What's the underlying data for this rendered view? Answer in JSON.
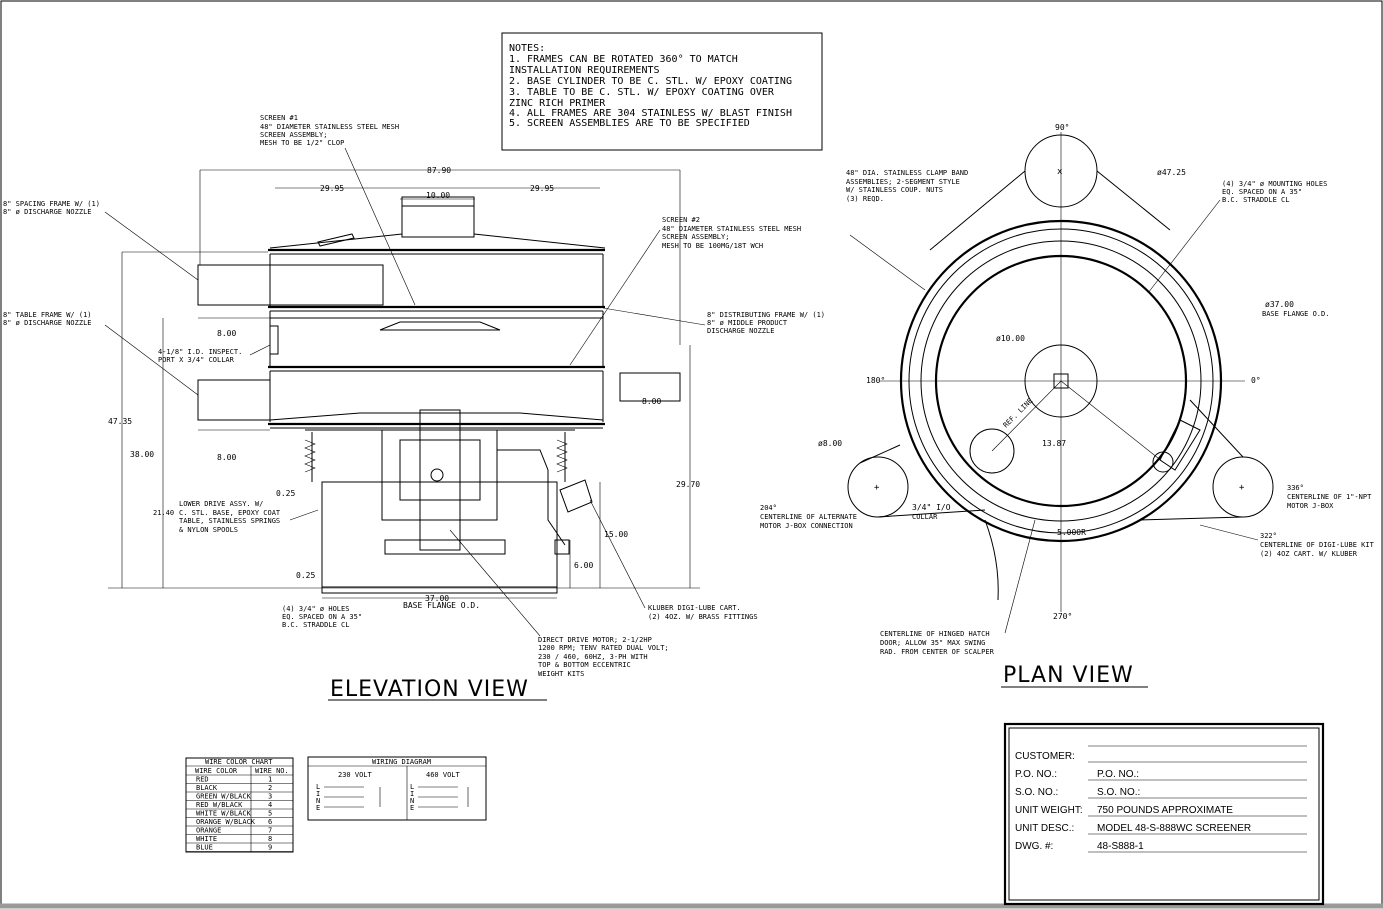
{
  "notes": {
    "lines": [
      "NOTES:",
      "1. FRAMES CAN BE ROTATED 360° TO MATCH",
      "INSTALLATION REQUIREMENTS",
      "2. BASE CYLINDER TO BE C. STL. W/ EPOXY COATING",
      "3. TABLE TO BE C. STL. W/ EPOXY COATING OVER",
      "ZINC RICH PRIMER",
      "4. ALL FRAMES ARE 304 STAINLESS W/ BLAST FINISH",
      "5. SCREEN ASSEMBLIES ARE TO BE SPECIFIED"
    ]
  },
  "elevation": {
    "title": "ELEVATION VIEW",
    "dims": {
      "d8790": "87.90",
      "d2995a": "29.95",
      "d1000": "10.00",
      "d2995b": "29.95",
      "d800a": "8.00",
      "d800b": "8.00",
      "d800c": "8.00",
      "d4735": "47.35",
      "d3800": "38.00",
      "d2970": "29.70",
      "d1500": "15.00",
      "d600": "6.00",
      "d025a": "0.25",
      "d025b": "0.25",
      "d3700": "37.00"
    },
    "callouts": {
      "screen1": [
        "SCREEN #1",
        "48\" DIAMETER STAINLESS STEEL MESH",
        "SCREEN ASSEMBLY;",
        "MESH TO BE 1/2\" CLOP"
      ],
      "spacing": [
        "8\" SPACING FRAME W/ (1)",
        "8\" ø DISCHARGE NOZZLE"
      ],
      "screen2": [
        "SCREEN #2",
        "48\" DIAMETER STAINLESS STEEL MESH",
        "SCREEN ASSEMBLY;",
        "MESH TO BE 100MG/18T WCH"
      ],
      "table": [
        "8\" TABLE FRAME W/ (1)",
        "8\" ø DISCHARGE NOZZLE"
      ],
      "inspect": [
        "4-1/8\" I.D. INSPECT.",
        "PORT X 3/4\" COLLAR"
      ],
      "distrib": [
        "8\" DISTRIBUTING FRAME W/ (1)",
        "8\" ø MIDDLE PRODUCT",
        "DISCHARGE NOZZLE"
      ],
      "lower": [
        "LOWER DRIVE ASSY. W/",
        "C. STL. BASE, EPOXY COAT",
        "TABLE, STAINLESS SPRINGS",
        "& NYLON SPOOLS"
      ],
      "lower_dim": "21.40",
      "holes": [
        "(4) 3/4\" ø HOLES",
        "EQ. SPACED ON A 35\"",
        "B.C. STRADDLE CL"
      ],
      "base": "BASE FLANGE O.D.",
      "kluber": [
        "KLUBER DIGI-LUBE CART.",
        "(2) 4OZ. W/ BRASS FITTINGS"
      ],
      "motor": [
        "DIRECT DRIVE MOTOR; 2-1/2HP",
        "1200 RPM; TENV RATED DUAL VOLT;",
        "230 / 460, 60HZ, 3-PH WITH",
        "TOP & BOTTOM ECCENTRIC",
        "WEIGHT KITS"
      ]
    }
  },
  "plan": {
    "title": "PLAN VIEW",
    "angles": {
      "a90": "90°",
      "a0": "0°",
      "a180": "180°",
      "a270": "270°"
    },
    "dims": {
      "d4725": "ø47.25",
      "d3700": "ø37.00",
      "d1000": "ø10.00",
      "d800": "ø8.00",
      "d1387": "13.87",
      "d5000": "5.000R",
      "refline": "REF. LINE"
    },
    "callouts": {
      "clamp": [
        "48\" DIA. STAINLESS CLAMP BAND",
        "ASSEMBLIES; 2-SEGMENT STYLE",
        "W/ STAINLESS COUP. NUTS",
        "(3) REQD."
      ],
      "mount": [
        "(4) 3/4\" ø MOUNTING HOLES",
        "EQ. SPACED ON A 35\"",
        "B.C. STRADDLE CL"
      ],
      "base": [
        "BASE FLANGE O.D."
      ],
      "alt": [
        "204°",
        "CENTERLINE OF ALTERNATE",
        "MOTOR J-BOX CONNECTION"
      ],
      "collar": [
        "3/4\" I/O",
        "COLLAR"
      ],
      "hatch": [
        "CENTERLINE OF HINGED HATCH",
        "DOOR; ALLOW 35\" MAX SWING",
        "RAD. FROM CENTER OF SCALPER"
      ],
      "jbox": [
        "336°",
        "CENTERLINE OF 1\"-NPT",
        "MOTOR J-BOX"
      ],
      "digi": [
        "322°",
        "CENTERLINE OF DIGI-LUBE KIT",
        "(2) 4OZ CART. W/ KLUBER"
      ]
    }
  },
  "wire_chart": {
    "title": "WIRE COLOR CHART",
    "headers": [
      "WIRE COLOR",
      "WIRE NO."
    ],
    "rows": [
      [
        "RED",
        "1"
      ],
      [
        "BLACK",
        "2"
      ],
      [
        "GREEN W/BLACK",
        "3"
      ],
      [
        "RED W/BLACK",
        "4"
      ],
      [
        "WHITE W/BLACK",
        "5"
      ],
      [
        "ORANGE W/BLACK",
        "6"
      ],
      [
        "ORANGE",
        "7"
      ],
      [
        "WHITE",
        "8"
      ],
      [
        "BLUE",
        "9"
      ]
    ]
  },
  "wiring": {
    "title": "WIRING DIAGRAM",
    "v230": "230 VOLT",
    "v460": "460 VOLT",
    "line": [
      "L",
      "I",
      "N",
      "E"
    ]
  },
  "title_block": {
    "rows": [
      {
        "label": "CUSTOMER:",
        "value": ""
      },
      {
        "label": "P.O. NO.:",
        "value": "P.O. NO.:"
      },
      {
        "label": "S.O. NO.:",
        "value": "S.O. NO.:"
      },
      {
        "label": "UNIT WEIGHT:",
        "value": "750 POUNDS APPROXIMATE"
      },
      {
        "label": "UNIT DESC.:",
        "value": "MODEL 48-S-888WC SCREENER"
      },
      {
        "label": "DWG. #:",
        "value": "48-S888-1"
      }
    ]
  }
}
